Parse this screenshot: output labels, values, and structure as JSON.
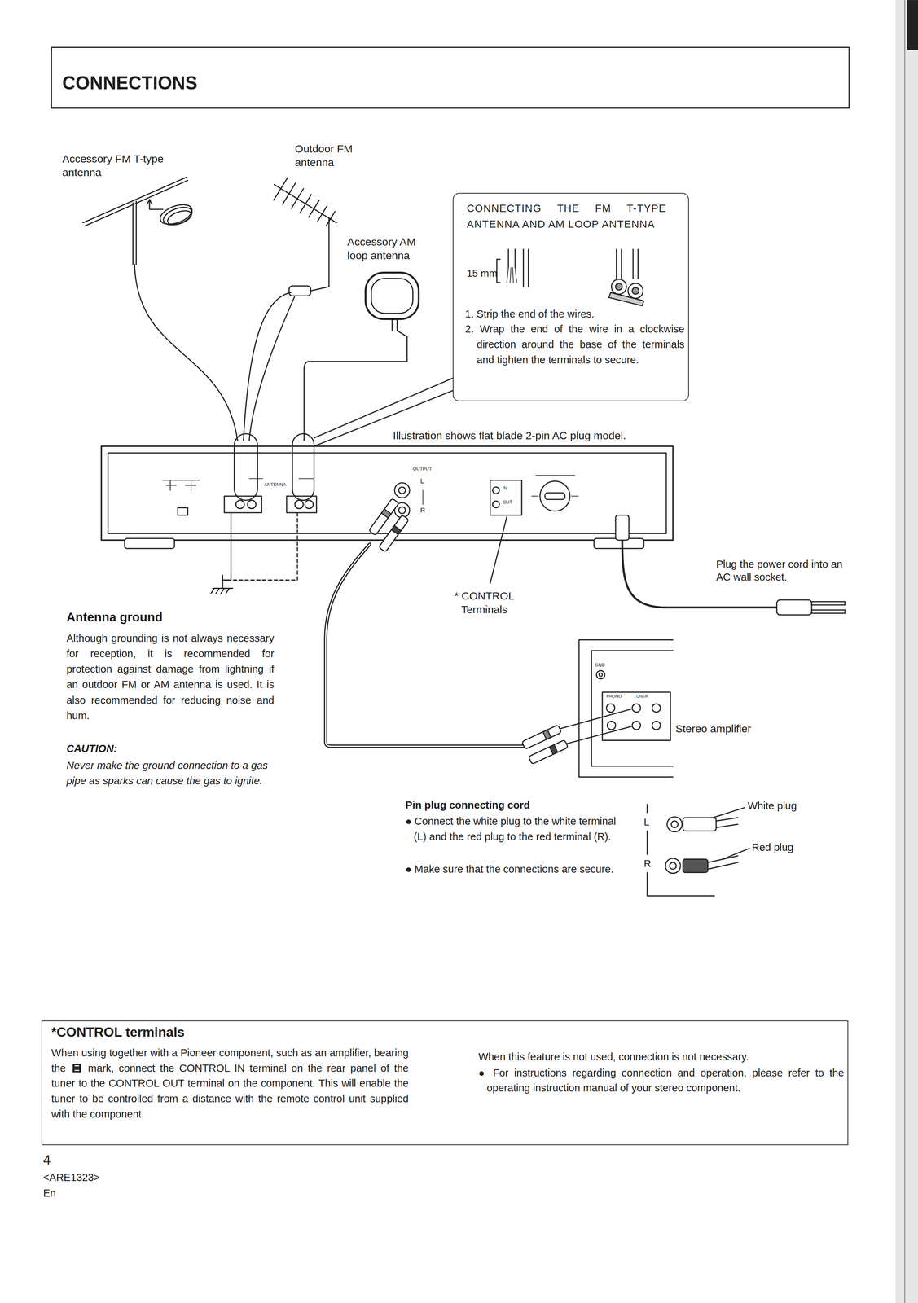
{
  "diagram": {
    "title": "CONNECTIONS",
    "nodes": [
      {
        "text": [
          "CONNECTING THE FM T-TYPE ANTENNA AND AM LOOP ANTENNA",
          "15 mm",
          "1. Strip the end of the wires.",
          "2. Wrap the end of the wire in a clockwise direction around the base of the terminals and tighten the terminals to secure."
        ]
      },
      {
        "text": [
          "*CONTROL terminals",
          "When using together with a Pioneer component, such as an amplifier, bearing the",
          "mark, connect the CONTROL IN terminal on the rear panel of the tuner to the CONTROL OUT terminal on the component. This will enable the tuner to be controlled from a distance with the remote control unit supplied with the component.",
          "When this feature is not used, connection is not necessary.",
          "● For instructions regarding connection and operation, please refer to the operating instruction manual of your stereo component."
        ]
      }
    ],
    "labels": [
      "Accessory FM T-type antenna",
      "Outdoor FM antenna",
      "Accessory AM loop antenna",
      "Illustration shows flat blade 2-pin AC plug model.",
      "Plug the power cord into an AC wall socket.",
      "* CONTROL Terminals",
      "Antenna ground",
      "Although grounding is not always necessary for reception, it is recommended for protection against damage from lightning if an outdoor FM or AM antenna is used. It is also recommended for reducing noise and hum.",
      "CAUTION:",
      "Never make the ground connection to a gas pipe as sparks can cause the gas to ignite.",
      "Stereo amplifier",
      "Pin plug connecting cord",
      "● Connect the white plug to the white terminal (L) and the red plug to the red terminal (R).",
      "● Make sure that the connections are secure.",
      "White plug",
      "Red plug",
      "L",
      "R",
      "OUTPUT",
      "L",
      "R",
      "ANTENNA",
      "IN",
      "OUT",
      "GND",
      "PHONO",
      "TUNER",
      "4",
      "<ARE1323>",
      "En"
    ]
  }
}
